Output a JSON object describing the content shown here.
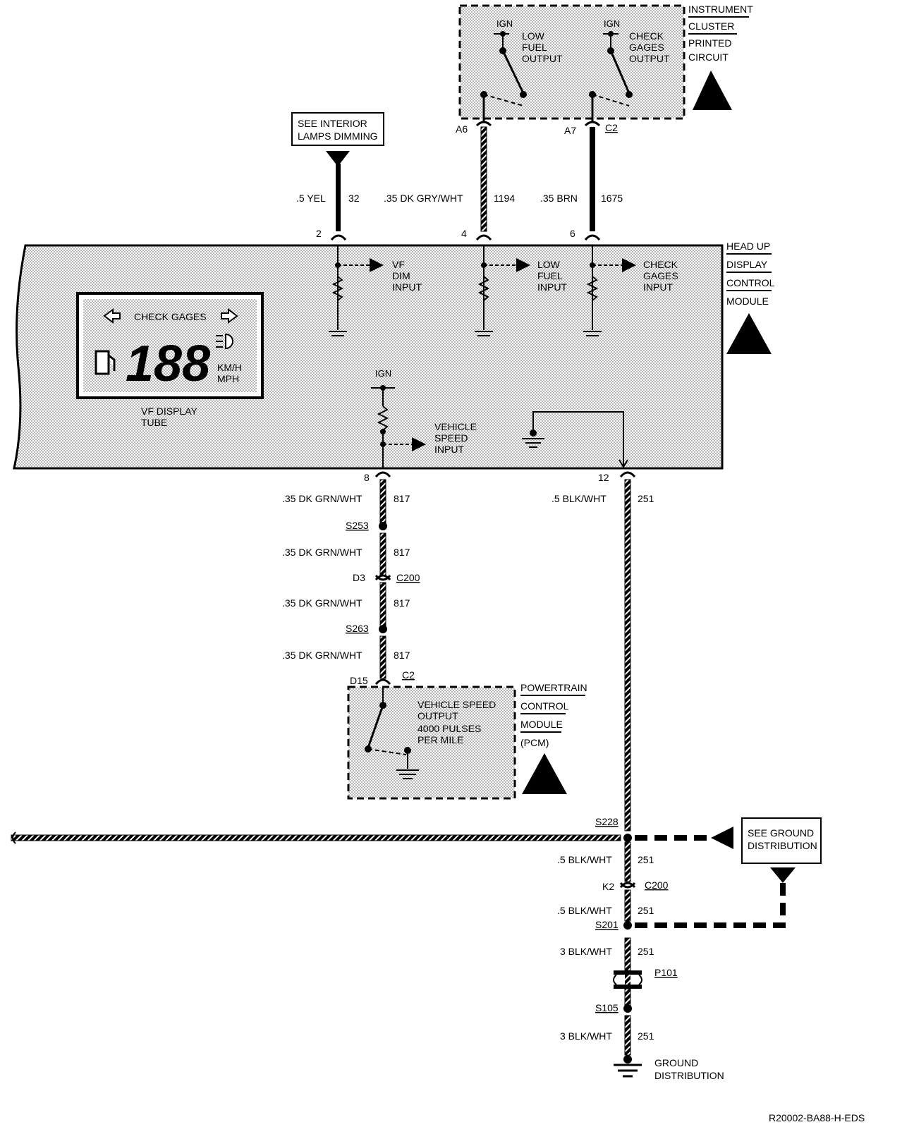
{
  "instrument_cluster": {
    "title_lines": [
      "INSTRUMENT",
      "CLUSTER",
      "PRINTED",
      "CIRCUIT"
    ],
    "switch1_ign": "IGN",
    "switch1_label": [
      "LOW",
      "FUEL",
      "OUTPUT"
    ],
    "switch2_ign": "IGN",
    "switch2_label": [
      "CHECK",
      "GAGES",
      "OUTPUT"
    ],
    "pin_a6": "A6",
    "pin_a7": "A7",
    "connector": "C2"
  },
  "interior_lamps": {
    "lines": [
      "SEE INTERIOR",
      "LAMPS DIMMING"
    ]
  },
  "wires_top": [
    {
      "gauge": ".5 YEL",
      "circuit": "32",
      "pin": "2"
    },
    {
      "gauge": ".35 DK GRY/WHT",
      "circuit": "1194",
      "pin": "4"
    },
    {
      "gauge": ".35 BRN",
      "circuit": "1675",
      "pin": "6"
    }
  ],
  "hud_module": {
    "title_lines": [
      "HEAD UP",
      "DISPLAY",
      "CONTROL",
      "MODULE"
    ],
    "input1": [
      "VF",
      "DIM",
      "INPUT"
    ],
    "input2": [
      "LOW",
      "FUEL",
      "INPUT"
    ],
    "input3": [
      "CHECK",
      "GAGES",
      "INPUT"
    ],
    "display_check": "CHECK GAGES",
    "display_digits": "188",
    "display_unit1": "KM/H",
    "display_unit2": "MPH",
    "display_caption": [
      "VF DISPLAY",
      "TUBE"
    ],
    "speed_ign": "IGN",
    "speed_input": [
      "VEHICLE",
      "SPEED",
      "INPUT"
    ],
    "pin8": "8",
    "pin12": "12"
  },
  "left_chain": {
    "w1_gauge": ".35 DK GRN/WHT",
    "w1_circuit": "817",
    "splice1": "S253",
    "w2_gauge": ".35 DK GRN/WHT",
    "w2_circuit": "817",
    "conn_pin": "D3",
    "conn_name": "C200",
    "w3_gauge": ".35 DK GRN/WHT",
    "w3_circuit": "817",
    "splice2": "S263",
    "w4_gauge": ".35 DK GRN/WHT",
    "w4_circuit": "817",
    "pcm_pin": "D15",
    "pcm_conn": "C2"
  },
  "pcm": {
    "title_lines": [
      "POWERTRAIN",
      "CONTROL",
      "MODULE",
      "(PCM)"
    ],
    "output": [
      "VEHICLE SPEED",
      "OUTPUT",
      "4000 PULSES",
      "PER MILE"
    ]
  },
  "right_chain": {
    "w1_gauge": ".5 BLK/WHT",
    "w1_circuit": "251",
    "splice1": "S228",
    "ground_box": [
      "SEE GROUND",
      "DISTRIBUTION"
    ],
    "w2_gauge": ".5 BLK/WHT",
    "w2_circuit": "251",
    "conn_pin": "K2",
    "conn_name": "C200",
    "w3_gauge": ".5 BLK/WHT",
    "w3_circuit": "251",
    "splice2": "S201",
    "w4_gauge": "3 BLK/WHT",
    "w4_circuit": "251",
    "passthru": "P101",
    "splice3": "S105",
    "w5_gauge": "3 BLK/WHT",
    "w5_circuit": "251",
    "ground_lines": [
      "GROUND",
      "DISTRIBUTION"
    ]
  },
  "figure_code": "R20002-BA88-H-EDS"
}
